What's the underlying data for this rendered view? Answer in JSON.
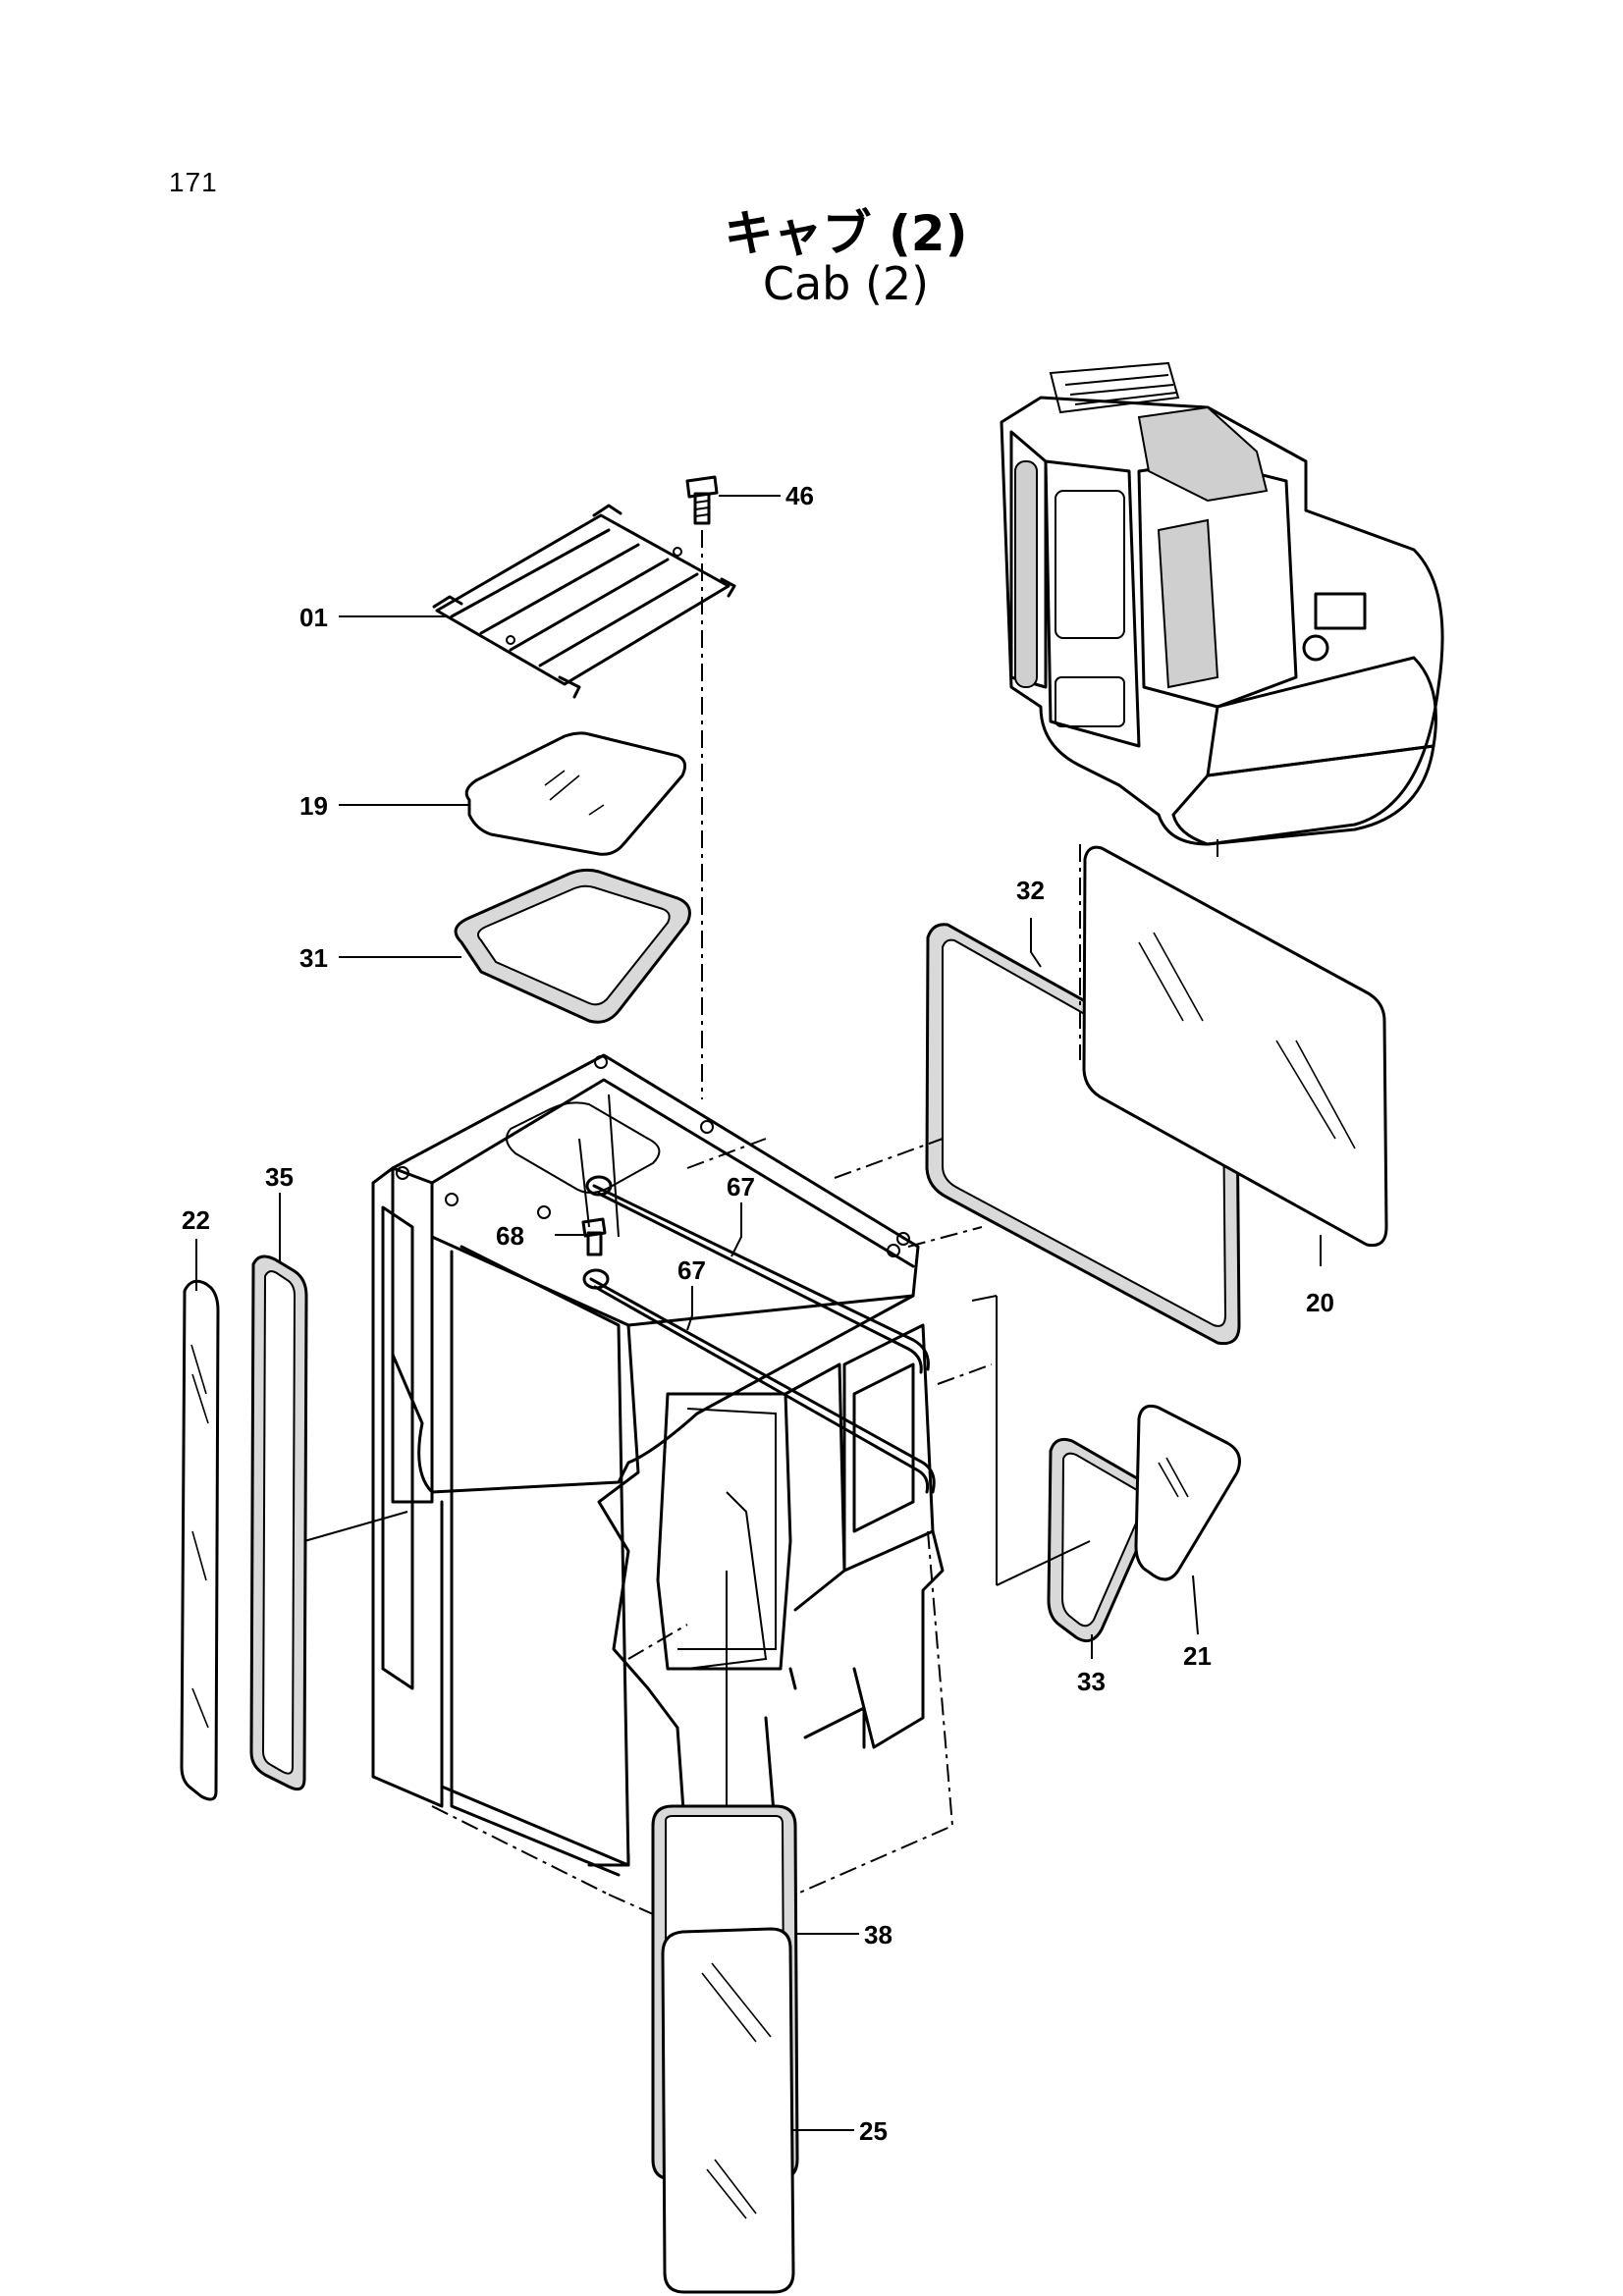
{
  "page": {
    "number": "171"
  },
  "title": {
    "japanese": "キャブ (2)",
    "english": "Cab (2)"
  },
  "callouts": [
    {
      "id": "01",
      "label": "01"
    },
    {
      "id": "19",
      "label": "19"
    },
    {
      "id": "31",
      "label": "31"
    },
    {
      "id": "46",
      "label": "46"
    },
    {
      "id": "32",
      "label": "32"
    },
    {
      "id": "20",
      "label": "20"
    },
    {
      "id": "22",
      "label": "22"
    },
    {
      "id": "35",
      "label": "35"
    },
    {
      "id": "68",
      "label": "68"
    },
    {
      "id": "67a",
      "label": "67"
    },
    {
      "id": "67b",
      "label": "67"
    },
    {
      "id": "33",
      "label": "33"
    },
    {
      "id": "21",
      "label": "21"
    },
    {
      "id": "38",
      "label": "38"
    },
    {
      "id": "25",
      "label": "25"
    }
  ]
}
